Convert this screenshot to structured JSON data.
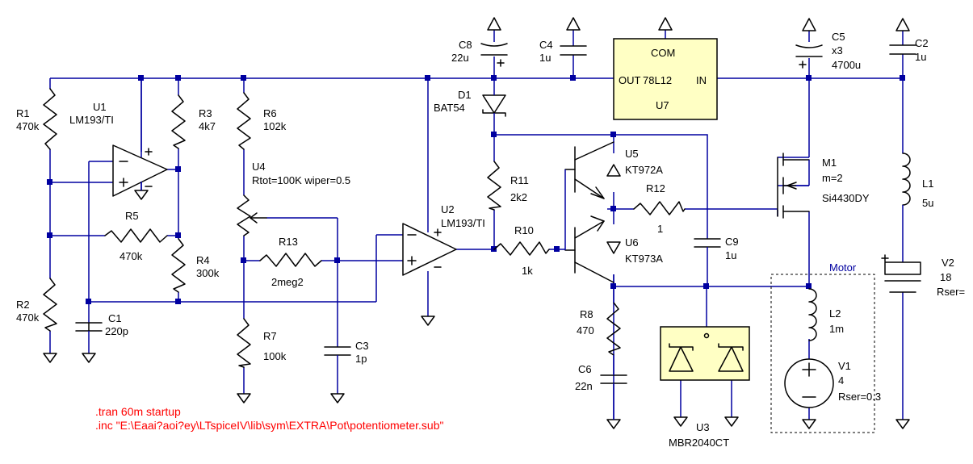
{
  "components": {
    "R1": {
      "ref": "R1",
      "value": "470k"
    },
    "R2": {
      "ref": "R2",
      "value": "470k"
    },
    "R3": {
      "ref": "R3",
      "value": "4k7"
    },
    "R4": {
      "ref": "R4",
      "value": "300k"
    },
    "R5": {
      "ref": "R5",
      "value": "470k"
    },
    "R6": {
      "ref": "R6",
      "value": "102k"
    },
    "R7": {
      "ref": "R7",
      "value": "100k"
    },
    "R8": {
      "ref": "R8",
      "value": "470"
    },
    "R10": {
      "ref": "R10",
      "value": "1k"
    },
    "R11": {
      "ref": "R11",
      "value": "2k2"
    },
    "R12": {
      "ref": "R12",
      "value": "1"
    },
    "R13": {
      "ref": "R13",
      "value": "2meg2"
    },
    "C1": {
      "ref": "C1",
      "value": "220p"
    },
    "C2": {
      "ref": "C2",
      "value": "1u"
    },
    "C3": {
      "ref": "C3",
      "value": "1p"
    },
    "C4": {
      "ref": "C4",
      "value": "1u"
    },
    "C5": {
      "ref": "C5",
      "mult": "x3",
      "value": "4700u"
    },
    "C6": {
      "ref": "C6",
      "value": "22n"
    },
    "C8": {
      "ref": "C8",
      "value": "22u"
    },
    "C9": {
      "ref": "C9",
      "value": "1u"
    },
    "D1": {
      "ref": "D1",
      "value": "BAT54"
    },
    "U1": {
      "ref": "U1",
      "value": "LM193/TI"
    },
    "U2": {
      "ref": "U2",
      "value": "LM193/TI"
    },
    "U3": {
      "ref": "U3",
      "value": "MBR2040CT"
    },
    "U4": {
      "ref": "U4",
      "value": "Rtot=100K wiper=0.5"
    },
    "U5": {
      "ref": "U5",
      "value": "KT972A"
    },
    "U6": {
      "ref": "U6",
      "value": "KT973A"
    },
    "U7": {
      "ref": "U7",
      "com": "COM",
      "out": "OUT",
      "name": "78L12",
      "in": "IN"
    },
    "M1": {
      "ref": "M1",
      "mult": "m=2",
      "value": "Si4430DY"
    },
    "L1": {
      "ref": "L1",
      "value": "5u"
    },
    "L2": {
      "ref": "L2",
      "value": "1m"
    },
    "V1": {
      "ref": "V1",
      "value": "4",
      "rser": "Rser=0.3"
    },
    "V2": {
      "ref": "V2",
      "value": "18",
      "rser": "Rser="
    }
  },
  "motor_label": "Motor",
  "directives": {
    "tran": ".tran 60m startup",
    "inc": ".inc \"E:\\Eaai?aoi?ey\\LTspiceIV\\lib\\sym\\EXTRA\\Pot\\potentiometer.sub\""
  },
  "colors": {
    "wire": "#0000a0",
    "component": "#000000",
    "directive": "#ff0000",
    "block_fill": "#ffffc4",
    "background": "#ffffff"
  }
}
